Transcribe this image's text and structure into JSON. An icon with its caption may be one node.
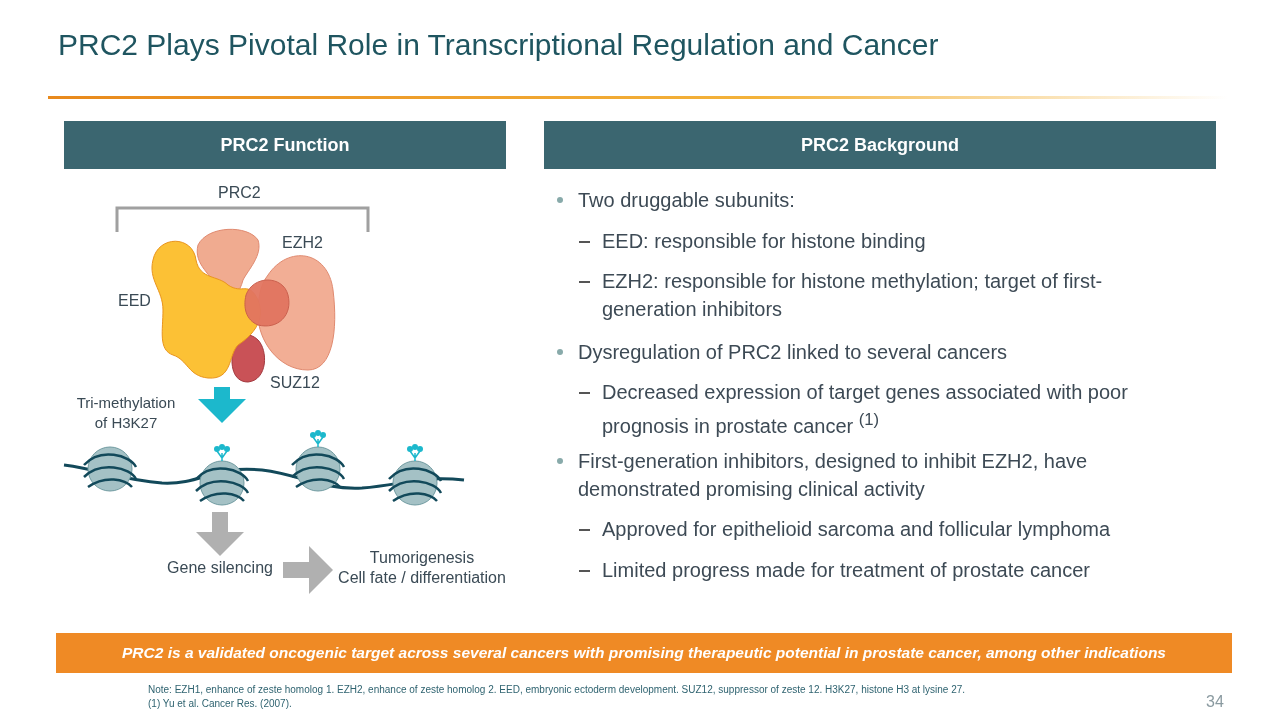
{
  "diagram": {
    "title": "PRC2 Plays Pivotal Role in Transcriptional Regulation and Cancer",
    "nodes": [
      {
        "text": [
          "PRC2 Function"
        ]
      },
      {
        "text": [
          "PRC2 Background"
        ]
      },
      {
        "text": [],
        "shape": "picture",
        "beside": [
          "EZH2",
          "EED",
          "SUZ12"
        ]
      },
      {
        "text": [],
        "shape": "picture"
      },
      {
        "text": [
          "Gene silencing"
        ]
      },
      {
        "text": [
          "Tumorigenesis",
          "Cell fate / differentiation"
        ]
      },
      {
        "text": [
          "PRC2 is a validated oncogenic target across several cancers with promising therapeutic potential in prostate cancer, among other indications"
        ]
      }
    ],
    "edges": [
      {
        "from": 2,
        "to": 3,
        "arrow": "to",
        "label": "Tri-methylation of H3K27",
        "color": "#1cb8cc"
      },
      {
        "from": 3,
        "to": 4,
        "arrow": "to"
      },
      {
        "from": 4,
        "to": 5,
        "arrow": "to"
      }
    ],
    "labels": [
      "PRC2",
      "Two druggable subunits:",
      "EED: responsible for histone binding",
      "EZH2: responsible for histone methylation; target of first-generation inhibitors",
      "Dysregulation of PRC2 linked to several cancers",
      "Decreased expression of target genes associated with poor prognosis in prostate cancer $^{(1)}$",
      "First-generation inhibitors, designed to inhibit EZH2, have demonstrated promising clinical activity",
      "Approved for epithelioid sarcoma and follicular lymphoma",
      "Limited progress made for treatment of prostate cancer",
      "Note:  EZH1, enhance of zeste homolog 1.  EZH2, enhance of zeste homolog 2.  EED, embryonic ectoderm development. SUZ12, suppressor of zeste 12.  H3K27, histone H3 at lysine 27.",
      "(1)  Yu et al. Cancer Res. (2007).",
      "34"
    ]
  }
}
